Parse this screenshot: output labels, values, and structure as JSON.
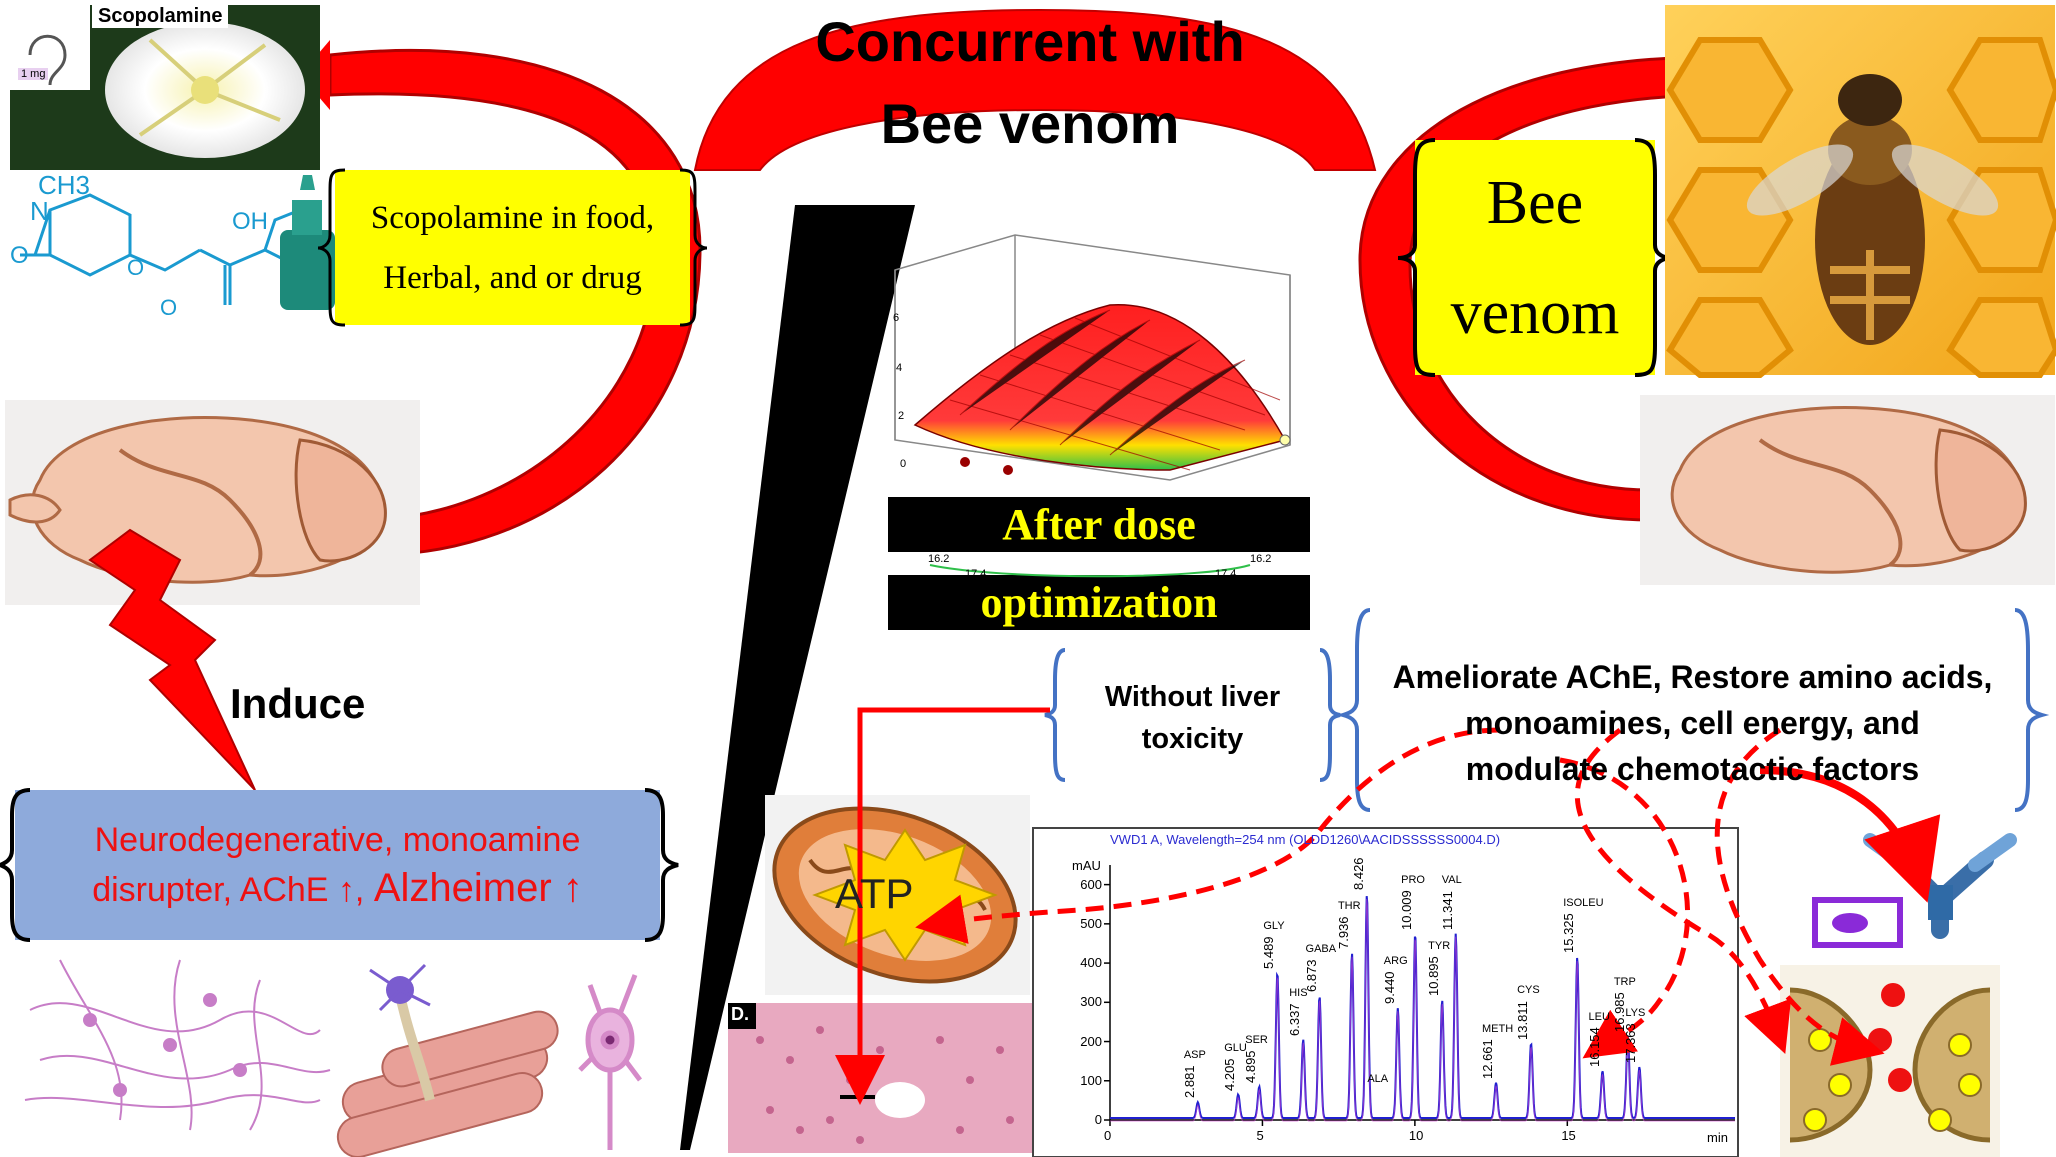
{
  "header": {
    "line1": "Concurrent with",
    "line2": "Bee venom"
  },
  "scopolamine": {
    "photo_label": "Scopolamine",
    "dose_label": "1 mg",
    "formula_ch3": "CH3",
    "formula_n": "N",
    "formula_oh": "OH",
    "formula_o1": "O",
    "formula_o2": "O",
    "formula_o3": "O",
    "box_line1": "Scopolamine in food,",
    "box_line2": "Herbal, and or drug"
  },
  "bee": {
    "box_line1": "Bee",
    "box_line2": "venom"
  },
  "induce_label": "Induce",
  "neuro_box": {
    "line1": "Neurodegenerative, monoamine",
    "line2": "disrupter, AChE ↑,",
    "line2_big": "Alzheimer ↑"
  },
  "optimization": {
    "line1": "After dose",
    "line2": "optimization",
    "surface_ticks": [
      "6",
      "4",
      "2",
      "0"
    ],
    "floor_ticks": [
      "16.2",
      "17.4",
      "17.4",
      "16.2"
    ]
  },
  "liver_box": {
    "line1": "Without liver",
    "line2": "toxicity"
  },
  "effects_box": {
    "line1": "Ameliorate AChE, Restore amino acids,",
    "line2": "monoamines, cell energy, and",
    "line3": "modulate chemotactic factors"
  },
  "atp_label": "ATP",
  "histology_label": "D.",
  "hplc": {
    "title": "VWD1 A, Wavelength=254 nm (OLDD1260\\AACIDSSSSSS0004.D)",
    "y_unit": "mAU",
    "x_unit": "min",
    "y_ticks": [
      "600",
      "500",
      "400",
      "300",
      "200",
      "100",
      "0"
    ],
    "x_ticks": [
      "0",
      "5",
      "10",
      "15"
    ],
    "peaks": [
      {
        "name": "ASP",
        "rt": "2.881",
        "t": 2.881,
        "h": 40
      },
      {
        "name": "GLU",
        "rt": "4.205",
        "t": 4.205,
        "h": 60
      },
      {
        "name": "SER",
        "rt": "4.895",
        "t": 4.895,
        "h": 80
      },
      {
        "name": "GLY",
        "rt": "5.489",
        "t": 5.489,
        "h": 370
      },
      {
        "name": "HIS",
        "rt": "6.337",
        "t": 6.337,
        "h": 200
      },
      {
        "name": "GABA",
        "rt": "6.873",
        "t": 6.873,
        "h": 310
      },
      {
        "name": "THR",
        "rt": "7.936",
        "t": 7.936,
        "h": 420
      },
      {
        "name": "",
        "rt": "8.426",
        "t": 8.426,
        "h": 570
      },
      {
        "name": "ALA",
        "rt": "",
        "t": 8.9,
        "h": 0
      },
      {
        "name": "ARG",
        "rt": "9.440",
        "t": 9.44,
        "h": 280
      },
      {
        "name": "PRO",
        "rt": "10.009",
        "t": 10.009,
        "h": 470
      },
      {
        "name": "TYR",
        "rt": "10.895",
        "t": 10.895,
        "h": 300
      },
      {
        "name": "VAL",
        "rt": "11.341",
        "t": 11.341,
        "h": 470
      },
      {
        "name": "METH",
        "rt": "12.661",
        "t": 12.661,
        "h": 90
      },
      {
        "name": "CYS",
        "rt": "13.811",
        "t": 13.811,
        "h": 190
      },
      {
        "name": "ISOLEU",
        "rt": "15.325",
        "t": 15.325,
        "h": 410
      },
      {
        "name": "LEU",
        "rt": "16.154",
        "t": 16.154,
        "h": 120
      },
      {
        "name": "TRP",
        "rt": "16.985",
        "t": 16.985,
        "h": 210
      },
      {
        "name": "LYS",
        "rt": "17.363",
        "t": 17.363,
        "h": 130
      }
    ]
  },
  "colors": {
    "red": "#ff0000",
    "yellow": "#ffff00",
    "blue_box": "#8eaadb",
    "bracket_blue": "#4472c4",
    "neuro_text": "#ee1111"
  }
}
